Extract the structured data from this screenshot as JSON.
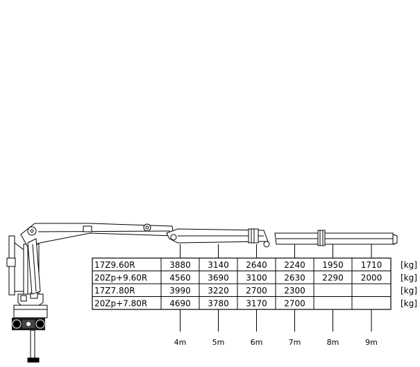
{
  "table": {
    "rows": [
      {
        "model": "17Z9.60R",
        "values": [
          "3880",
          "3140",
          "2640",
          "2240",
          "1950",
          "1710"
        ],
        "unit": "[kg]"
      },
      {
        "model": "20Zp+9.60R",
        "values": [
          "4560",
          "3690",
          "3100",
          "2630",
          "2290",
          "2000"
        ],
        "unit": "[kg]"
      },
      {
        "model": "17Z7.80R",
        "values": [
          "3990",
          "3220",
          "2700",
          "2300",
          "",
          ""
        ],
        "unit": "[kg]"
      },
      {
        "model": "20Zp+7.80R",
        "values": [
          "4690",
          "3780",
          "3170",
          "2700",
          "",
          ""
        ],
        "unit": "[kg]"
      }
    ]
  },
  "distances": [
    "4m",
    "5m",
    "6m",
    "7m",
    "8m",
    "9m"
  ]
}
